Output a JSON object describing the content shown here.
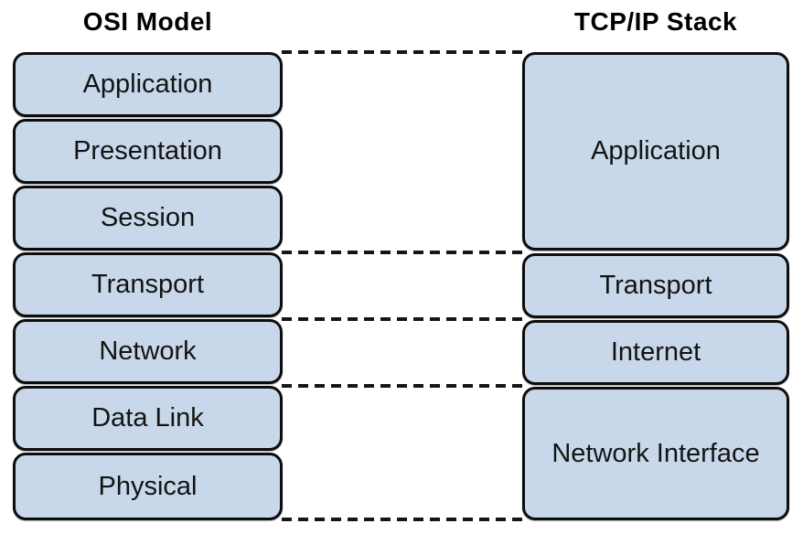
{
  "diagram": {
    "osi": {
      "title": "OSI Model",
      "layers": [
        "Application",
        "Presentation",
        "Session",
        "Transport",
        "Network",
        "Data Link",
        "Physical"
      ]
    },
    "tcpip": {
      "title": "TCP/IP Stack",
      "layers": [
        {
          "label": "Application",
          "spans_osi_layers": 3
        },
        {
          "label": "Transport",
          "spans_osi_layers": 1
        },
        {
          "label": "Internet",
          "spans_osi_layers": 1
        },
        {
          "label": "Network Interface",
          "spans_osi_layers": 2
        }
      ]
    },
    "colors": {
      "background": "#ffffff",
      "box_fill": "#c8d8ea",
      "box_border": "#0d0d0d",
      "title_text": "#000000",
      "label_text": "#131313",
      "mapping_line": "#151515"
    }
  }
}
